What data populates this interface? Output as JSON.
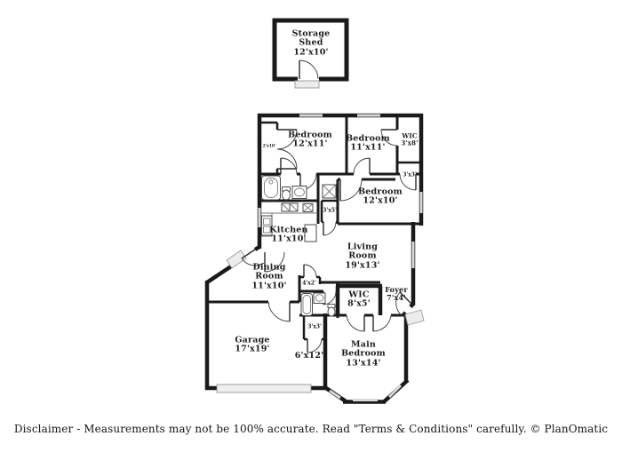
{
  "plan": {
    "brand": "PlanOmatic",
    "disclaimer": "Disclaimer - Measurements may not be 100% accurate. Read \"Terms & Conditions\" carefully. © PlanOmatic",
    "colors": {
      "wall": "#1a1a1a",
      "window": "#d9d9d9",
      "step": "#ececec",
      "text": "#1b1b1b"
    },
    "rooms": [
      {
        "id": "storage-shed",
        "name": "Storage Shed",
        "dims": "12'x10'"
      },
      {
        "id": "bedroom-1",
        "name": "Bedroom",
        "dims": "12'x11'"
      },
      {
        "id": "bedroom-2",
        "name": "Bedroom",
        "dims": "11'x11'"
      },
      {
        "id": "wic-small",
        "name": "WIC",
        "dims": "3'x8'"
      },
      {
        "id": "closet-a",
        "name": "",
        "dims": "3'x3'"
      },
      {
        "id": "bedroom-3",
        "name": "Bedroom",
        "dims": "12'x10'"
      },
      {
        "id": "closet-b",
        "name": "",
        "dims": "3'x5'"
      },
      {
        "id": "kitchen",
        "name": "Kitchen",
        "dims": "11'x10'"
      },
      {
        "id": "living-room",
        "name": "Living Room",
        "dims": "19'x13'"
      },
      {
        "id": "dining-room",
        "name": "Dining Room",
        "dims": "11'x10'"
      },
      {
        "id": "closet-c",
        "name": "",
        "dims": "4'x2'"
      },
      {
        "id": "wic-main",
        "name": "WIC",
        "dims": "8'x5'"
      },
      {
        "id": "foyer",
        "name": "Foyer",
        "dims": "7'x4'"
      },
      {
        "id": "closet-d",
        "name": "",
        "dims": "3'x3'"
      },
      {
        "id": "garage",
        "name": "Garage",
        "dims": "17'x19'"
      },
      {
        "id": "flex-space",
        "name": "",
        "dims": "6'x12'"
      },
      {
        "id": "main-bedroom",
        "name": "Main Bedroom",
        "dims": "13'x14'"
      },
      {
        "id": "closet-strip",
        "name": "",
        "dims": "2'x10'"
      }
    ]
  }
}
